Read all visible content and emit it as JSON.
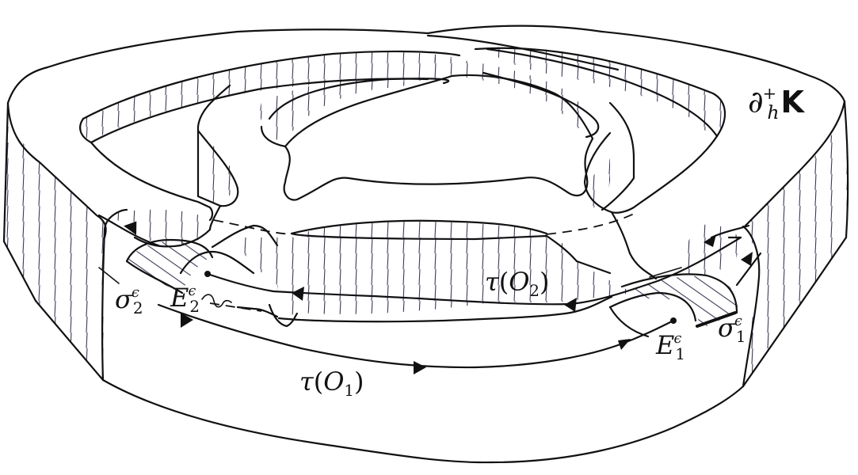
{
  "figure": {
    "description": "3D sketch of a handlebody boundary region with hatched vertical walls and oriented orbit arcs",
    "labels": {
      "boundary": {
        "base": "∂",
        "sub": "h",
        "sup": "+",
        "set": "K"
      },
      "orbit2": {
        "func": "τ",
        "open": "(",
        "orbit": "O",
        "index": "2",
        "close": ")"
      },
      "orbit1": {
        "func": "τ",
        "open": "(",
        "orbit": "O",
        "index": "1",
        "close": ")"
      },
      "E2": {
        "base": "E",
        "sup": "ϵ",
        "sub": "2"
      },
      "E1": {
        "base": "E",
        "sup": "ϵ",
        "sub": "1"
      },
      "sigma2": {
        "base": "σ",
        "sup": "ϵ",
        "sub": "2"
      },
      "sigma1": {
        "base": "σ",
        "sup": "ϵ",
        "sub": "1"
      }
    },
    "colors": {
      "stroke": "#111111",
      "hatch": "#3a3a55",
      "background": "#ffffff"
    }
  }
}
